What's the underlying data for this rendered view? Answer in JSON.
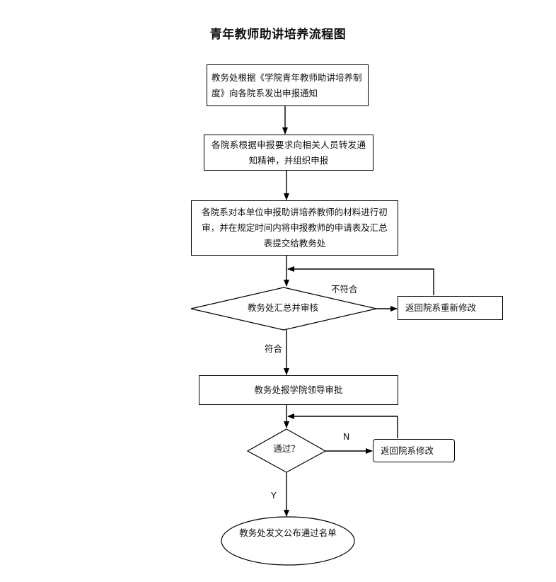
{
  "title": "青年教师助讲培养流程图",
  "nodes": {
    "step1": "教务处根据《学院青年教师助讲培养制度》向各院系发出申报通知",
    "step2": "各院系根据申报要求向相关人员转发通知精神，并组织申报",
    "step3": "各院系对本单位申报助讲培养教师的材料进行初审，并在规定时间内将申报教师的申请表及汇总表提交给教务处",
    "decision1": "教务处汇总并审核",
    "return1": "返回院系重新修改",
    "step4": "教务处报学院领导审批",
    "decision2": "通过？",
    "return2": "返回院系修改",
    "end": "教务处发文公布通过名单"
  },
  "edge_labels": {
    "reject1": "不符合",
    "accept1": "符合",
    "reject2": "N",
    "accept2": "Y"
  },
  "colors": {
    "stroke": "#000000",
    "background": "#ffffff"
  }
}
